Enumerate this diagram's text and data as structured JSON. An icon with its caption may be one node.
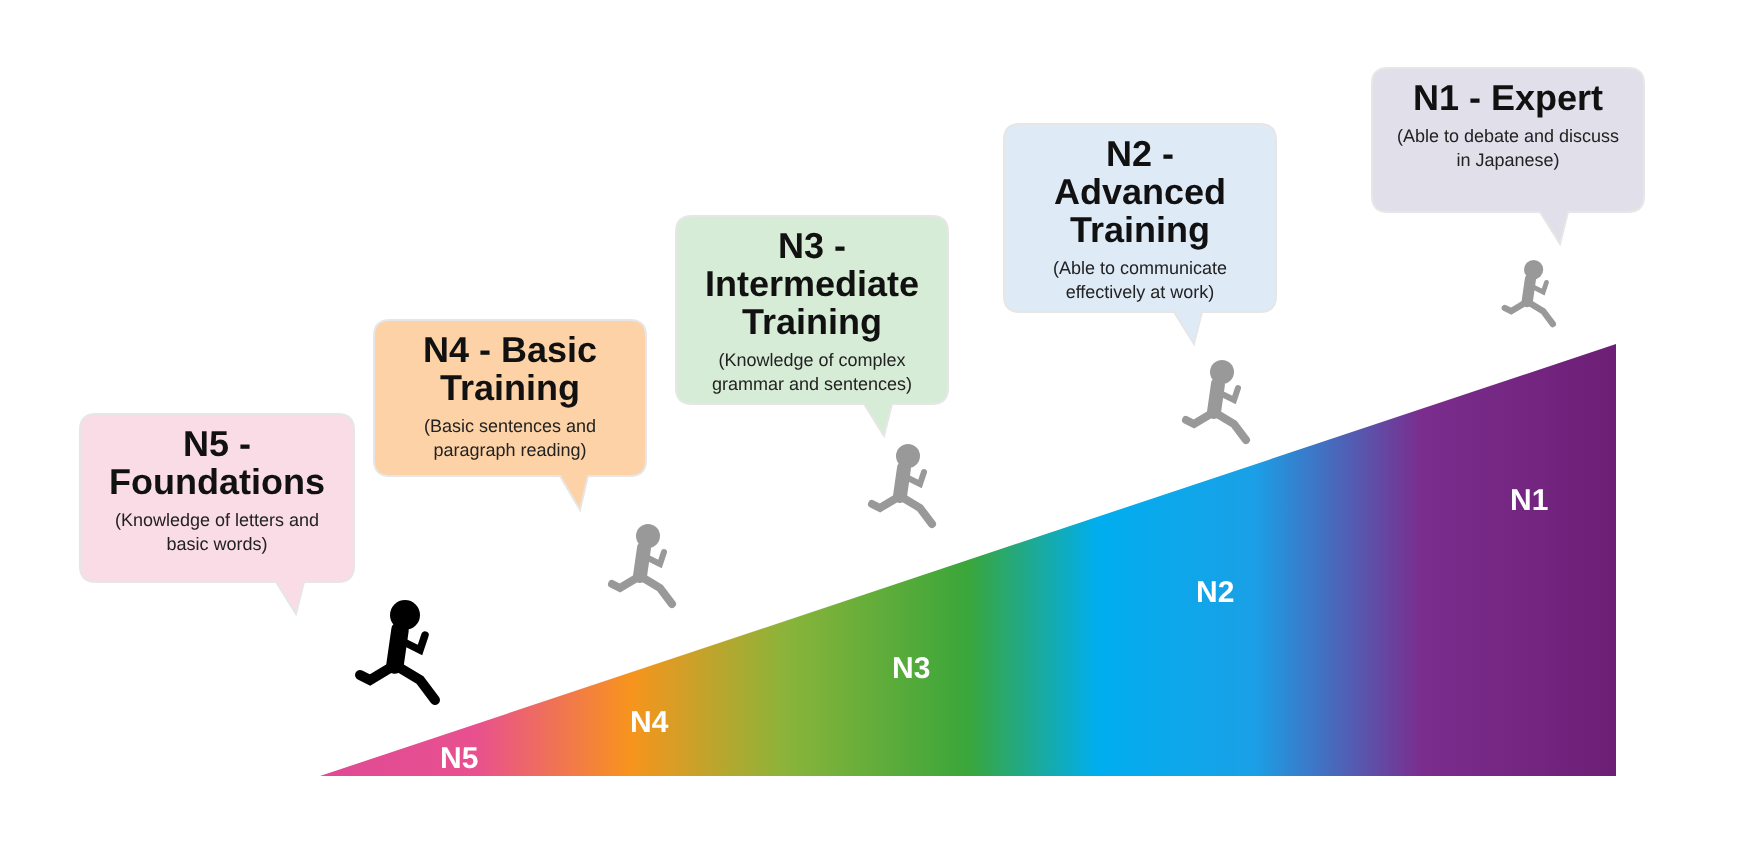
{
  "diagram": {
    "nodes": [
      {
        "text": [
          "N5 - Foundations",
          "(Knowledge of letters and basic words)"
        ]
      },
      {
        "text": [
          "N4 - Basic Training",
          "(Basic sentences and paragraph reading)"
        ]
      },
      {
        "text": [
          "N3 - Intermediate Training",
          "(Knowledge of complex grammar and sentences)"
        ]
      },
      {
        "text": [
          "N2 - Advanced Training",
          "(Able to communicate effectively at work)"
        ]
      },
      {
        "text": [
          "N1 - Expert",
          "(Able to debate and discuss in Japanese)"
        ]
      }
    ],
    "edges": [],
    "labels": [
      "N5",
      "N4",
      "N3",
      "N2",
      "N1"
    ]
  }
}
